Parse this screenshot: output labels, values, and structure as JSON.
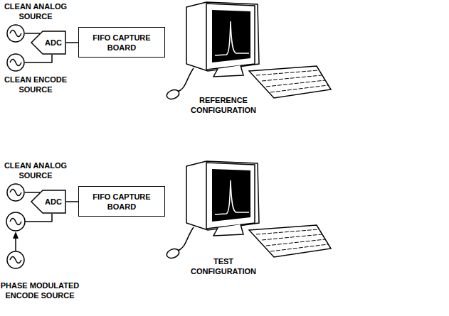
{
  "diagram": {
    "nodes": [
      {
        "text": [
          "CLEAN ANALOG SOURCE"
        ]
      },
      {
        "text": [
          "ADC"
        ]
      },
      {
        "text": [
          "FIFO CAPTURE BOARD"
        ]
      },
      {
        "text": [
          "CLEAN ENCODE SOURCE"
        ]
      },
      {
        "text": [
          "CLEAN ANALOG SOURCE"
        ]
      },
      {
        "text": [
          "ADC"
        ]
      },
      {
        "text": [
          "FIFO CAPTURE BOARD"
        ]
      },
      {
        "text": [
          "PHASE MODULATED ENCODE SOURCE"
        ]
      }
    ],
    "edges": [
      {
        "from": 0,
        "to": 1,
        "arrow": "none"
      },
      {
        "from": 3,
        "to": 1,
        "arrow": "none"
      },
      {
        "from": 1,
        "to": 2,
        "arrow": "none"
      },
      {
        "from": 4,
        "to": 5,
        "arrow": "none"
      },
      {
        "from": 5,
        "to": 6,
        "arrow": "none"
      }
    ],
    "labels": [
      "REFERENCE CONFIGURATION",
      "TEST CONFIGURATION"
    ]
  }
}
